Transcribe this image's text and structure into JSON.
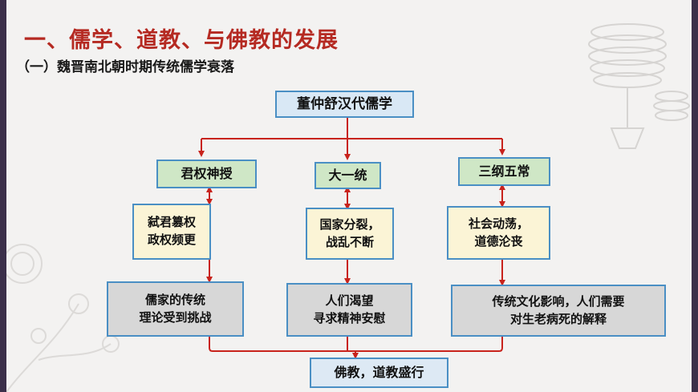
{
  "title": "一、儒学、道教、与佛教的发展",
  "subtitle": "（一）魏晋南北朝时期传统儒学衰落",
  "diagram": {
    "top": "董仲舒汉代儒学",
    "branches": [
      {
        "head": "君权神授",
        "cause": [
          "弑君篡权",
          "政权频更"
        ],
        "effect": [
          "儒家的传统",
          "理论受到挑战"
        ]
      },
      {
        "head": "大一统",
        "cause": [
          "国家分裂，",
          "战乱不断"
        ],
        "effect": [
          "人们渴望",
          "寻求精神安慰"
        ]
      },
      {
        "head": "三纲五常",
        "cause": [
          "社会动荡，",
          "道德沦丧"
        ],
        "effect": [
          "传统文化影响，人们需要",
          "对生老病死的解释"
        ]
      }
    ],
    "result": "佛教，道教盛行"
  },
  "colors": {
    "title": "#b52a22",
    "line": "#c8231c",
    "border": "#4a8fc4"
  }
}
